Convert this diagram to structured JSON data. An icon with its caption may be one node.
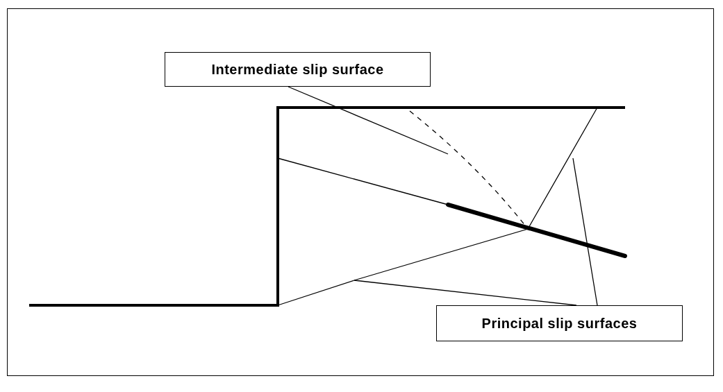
{
  "diagram": {
    "nodes": [
      {
        "text": [
          "Intermediate slip surface"
        ]
      },
      {
        "text": [
          "Principal slip surfaces"
        ]
      }
    ],
    "edges": [
      {
        "from": 0,
        "to": null,
        "arrow": "none"
      },
      {
        "from": 1,
        "to": null,
        "arrow": "none"
      },
      {
        "from": 1,
        "to": null,
        "arrow": "none"
      }
    ]
  }
}
